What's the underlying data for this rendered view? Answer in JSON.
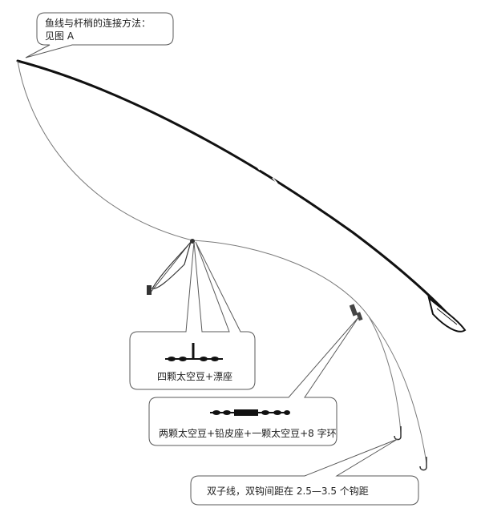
{
  "callouts": {
    "top_line1": "鱼线与杆梢的连接方法：",
    "top_line2": "见图 A",
    "float_seat": "四颗太空豆+漂座",
    "lead_seat": "两颗太空豆+铅皮座+一颗太空豆+8 字环",
    "hooks": "双子线，双钩间距在 2.5—3.5 个钩距"
  },
  "colors": {
    "rod": "#111111",
    "line": "#7a7a7a",
    "callout_border": "#5a5a5a",
    "text": "#222222"
  }
}
